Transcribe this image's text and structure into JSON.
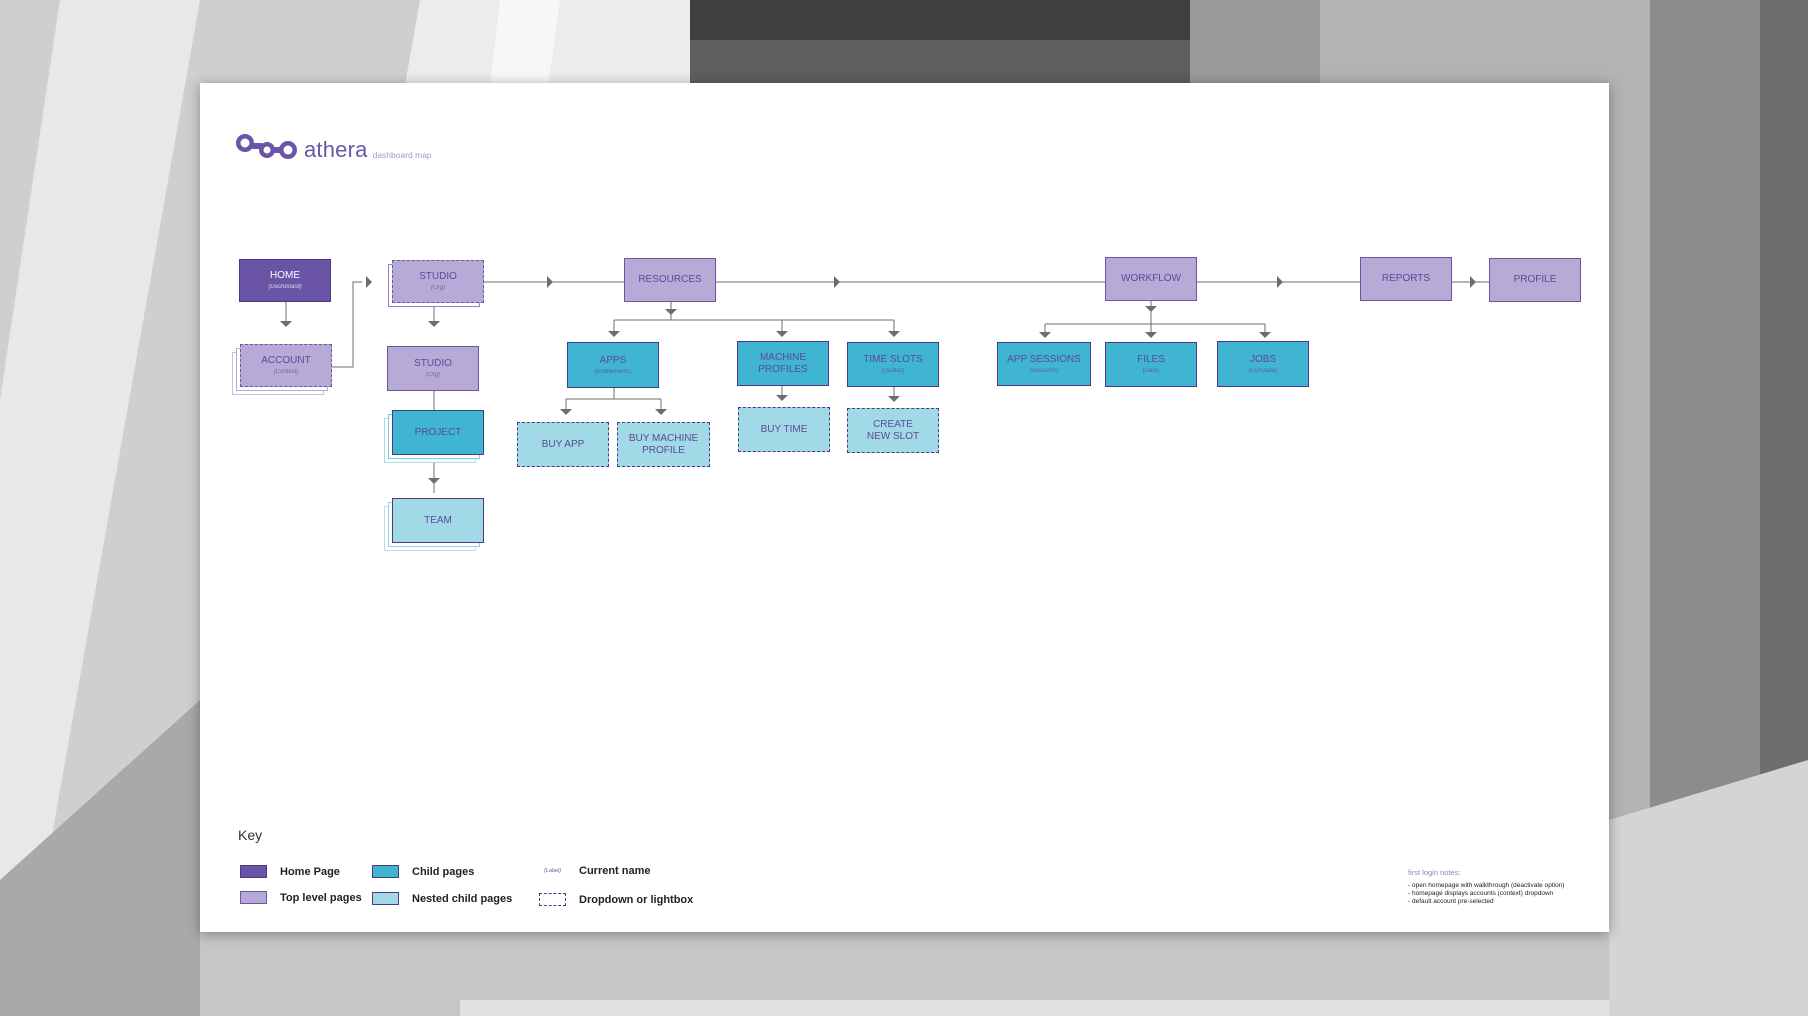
{
  "brand": {
    "name": "athera",
    "subtitle": "dashboard map",
    "color": "#6a56a8"
  },
  "colors": {
    "home": "#6a54a6",
    "top": "#b8aad7",
    "child": "#3fb5d1",
    "nested": "#a2d9e6",
    "line": "#6d6d6d"
  },
  "nodes": {
    "home": {
      "label": "HOME",
      "sub": "(Dashboard)"
    },
    "account": {
      "label": "ACCOUNT",
      "sub": "(Context)"
    },
    "studio_top": {
      "label": "STUDIO",
      "sub": "(Org)"
    },
    "studio": {
      "label": "STUDIO",
      "sub": "(Org)"
    },
    "project": {
      "label": "PROJECT"
    },
    "team": {
      "label": "TEAM"
    },
    "resources": {
      "label": "RESOURCES"
    },
    "apps": {
      "label": "APPS",
      "sub": "(Entitlements)"
    },
    "buy_app": {
      "label": "BUY APP"
    },
    "buy_machine_profile": {
      "label": "BUY MACHINE PROFILE"
    },
    "machine_profiles": {
      "label": "MACHINE PROFILES"
    },
    "buy_time": {
      "label": "BUY TIME"
    },
    "time_slots": {
      "label": "TIME SLOTS",
      "sub": "(Quotas)"
    },
    "create_new_slot": {
      "label": "CREATE NEW SLOT"
    },
    "workflow": {
      "label": "WORKFLOW"
    },
    "app_sessions": {
      "label": "APP SESSIONS",
      "sub": "(Sessions)"
    },
    "files": {
      "label": "FILES",
      "sub": "(Data)"
    },
    "jobs": {
      "label": "JOBS",
      "sub": "(Compute)"
    },
    "reports": {
      "label": "REPORTS"
    },
    "profile": {
      "label": "PROFILE"
    }
  },
  "key": {
    "title": "Key",
    "home_page": "Home Page",
    "top_level_pages": "Top level pages",
    "child_pages": "Child pages",
    "nested_child_pages": "Nested child pages",
    "label_sample": "(Label)",
    "current_name": "Current name",
    "dropdown_or_lightbox": "Dropdown or lightbox"
  },
  "notes": {
    "title": "first login notes:",
    "lines": [
      "- open homepage with walkthrough (deactivate option)",
      "- homepage displays accounts (context) dropdown",
      "- default account pre-selected"
    ]
  }
}
